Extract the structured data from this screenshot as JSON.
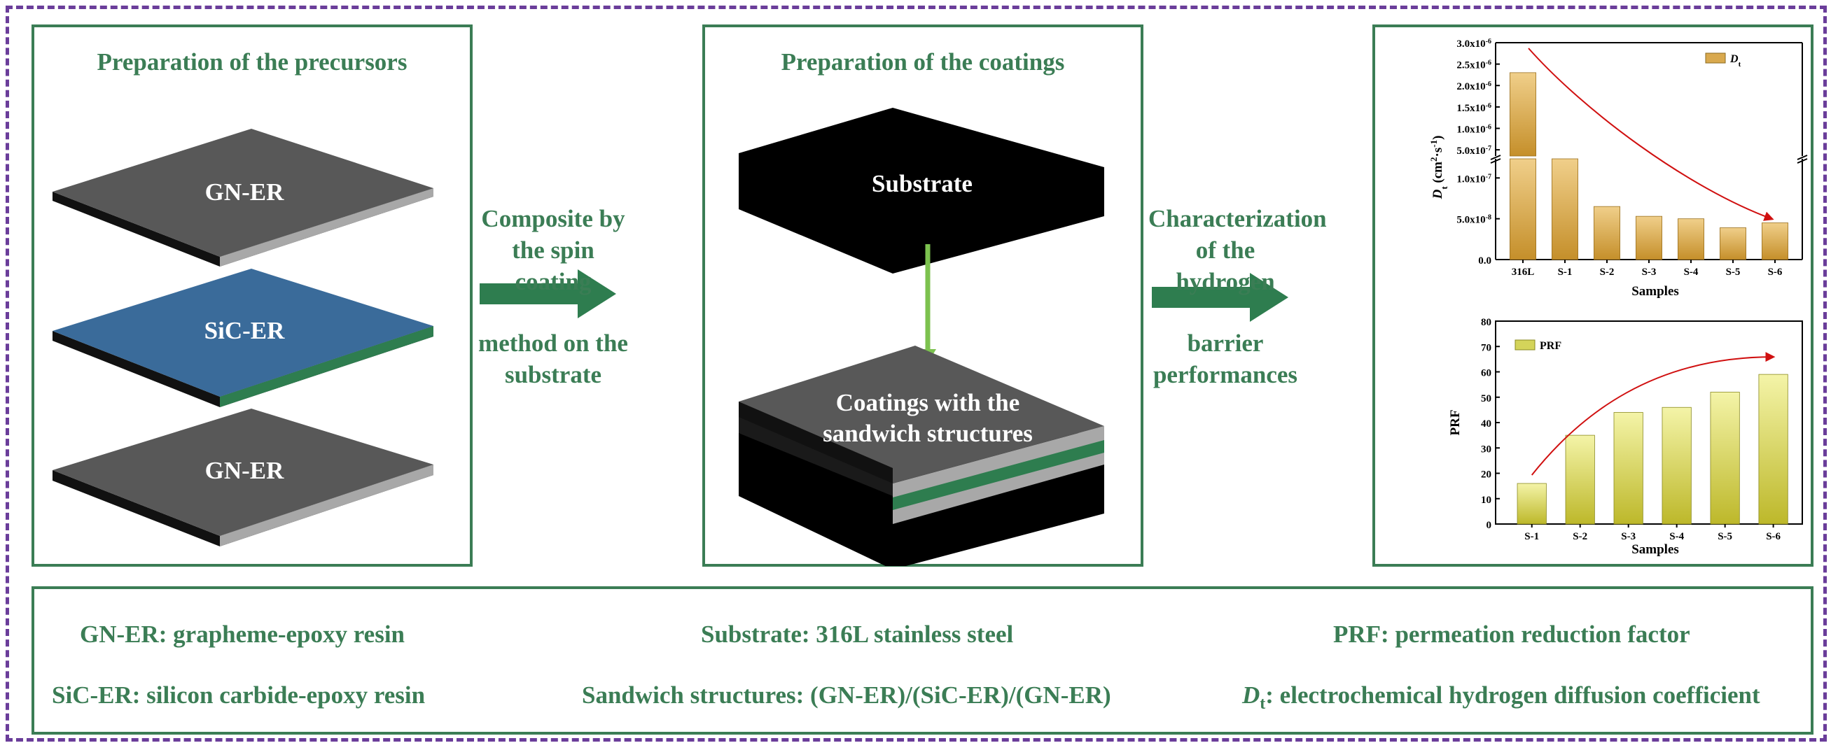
{
  "panel1": {
    "title": "Preparation of the precursors",
    "layers": [
      "GN-ER",
      "SiC-ER",
      "GN-ER"
    ]
  },
  "arrow1": {
    "line1": "Composite by",
    "line2": "the spin coating",
    "line3": "method on the",
    "line4": "substrate"
  },
  "panel2": {
    "title": "Preparation of the coatings",
    "substrate_label": "Substrate",
    "coating_label_1": "Coatings with  the",
    "coating_label_2": "sandwich structures"
  },
  "arrow2": {
    "line1": "Characterization",
    "line2": "of the hydrogen",
    "line3": "barrier",
    "line4": "performances"
  },
  "colors": {
    "green": "#3b7d55",
    "purple_dash": "#6a3d9a",
    "layer_gray": "#585858",
    "layer_blue": "#3a6b9a",
    "bar_gold": "#d9a94e",
    "bar_yellow": "#d4d45a",
    "trend_red": "#d01010"
  },
  "chart_data": [
    {
      "type": "bar",
      "categories": [
        "316L",
        "S-1",
        "S-2",
        "S-3",
        "S-4",
        "S-5",
        "S-6"
      ],
      "values": [
        2.3e-06,
        1.38e-07,
        6.5e-08,
        5.3e-08,
        5e-08,
        3.9e-08,
        4.5e-08
      ],
      "legend": "D",
      "legend_sub": "t",
      "xlabel": "Samples",
      "ylabel": "D",
      "ylabel_sub": "t",
      "ylabel_unit": " (cm",
      "ylabel_unit_sup1": "2",
      "ylabel_unit_mid": "·s",
      "ylabel_unit_sup2": "-1",
      "ylabel_unit_end": ")",
      "scale": "broken y-axis",
      "lower_ticks": [
        "0.0",
        "5.0x10",
        "1.0x10"
      ],
      "lower_ticks_exp": [
        "",
        "-8",
        "-7"
      ],
      "upper_ticks": [
        "5.0x10",
        "1.0x10",
        "1.5x10",
        "2.0x10",
        "2.5x10",
        "3.0x10"
      ],
      "upper_ticks_exp": [
        "-7",
        "-6",
        "-6",
        "-6",
        "-6",
        "-6"
      ],
      "legend_position": "top-right",
      "trend": "decreasing"
    },
    {
      "type": "bar",
      "categories": [
        "S-1",
        "S-2",
        "S-3",
        "S-4",
        "S-5",
        "S-6"
      ],
      "values": [
        16,
        35,
        44,
        46,
        52,
        59
      ],
      "legend": "PRF",
      "xlabel": "Samples",
      "ylabel": "PRF",
      "ylim": [
        0,
        80
      ],
      "yticks": [
        "0",
        "10",
        "20",
        "30",
        "40",
        "50",
        "60",
        "70",
        "80"
      ],
      "legend_position": "top-left",
      "trend": "increasing"
    }
  ],
  "legend_box": {
    "col1_row1": "GN-ER: grapheme-epoxy resin",
    "col1_row2": "SiC-ER: silicon carbide-epoxy resin",
    "col2_row1": "Substrate: 316L stainless steel",
    "col2_row2": "Sandwich structures:  (GN-ER)/(SiC-ER)/(GN-ER)",
    "col3_row1": "PRF: permeation reduction factor",
    "col3_row2_sym": "D",
    "col3_row2_sub": "t",
    "col3_row2_rest": ": electrochemical hydrogen diffusion coefficient"
  }
}
